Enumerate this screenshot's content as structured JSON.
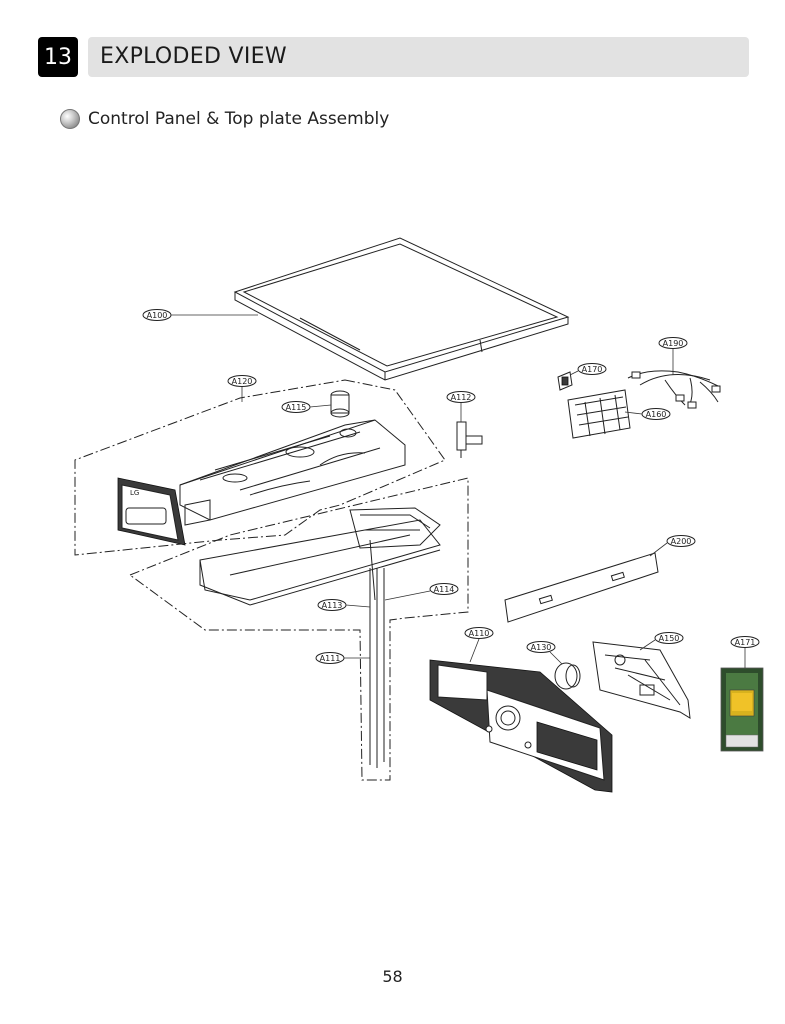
{
  "section": {
    "number": "13",
    "title": "EXPLODED VIEW"
  },
  "subtitle": "Control Panel & Top plate Assembly",
  "callouts": {
    "a100": "A100",
    "a120": "A120",
    "a115": "A115",
    "a112": "A112",
    "a170": "A170",
    "a190": "A190",
    "a160": "A160",
    "a200": "A200",
    "a114": "A114",
    "a113": "A113",
    "a111": "A111",
    "a110": "A110",
    "a130": "A130",
    "a150": "A150",
    "a171": "A171"
  },
  "lg_logo_text": "LG",
  "page_number": "58"
}
